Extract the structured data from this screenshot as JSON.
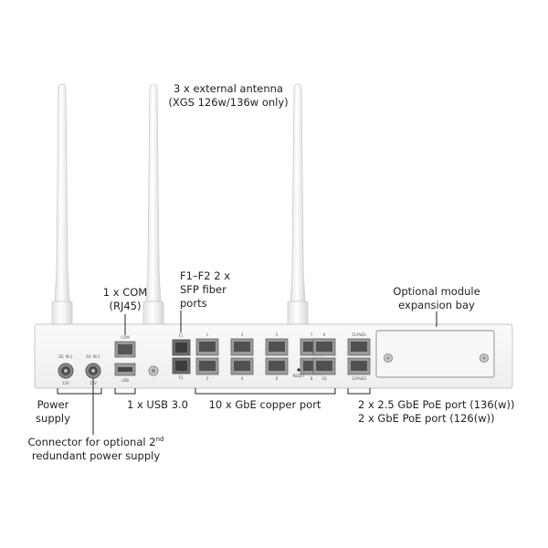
{
  "device": {
    "port_labels": {
      "dc_in_1": "DC IN 1",
      "dc_in_2": "DC IN 2",
      "volt_1": "12V",
      "volt_2": "12V",
      "com": "COM",
      "usb": "USB",
      "f1": "F1",
      "f2": "F2",
      "reset": "RESET",
      "ge_top": [
        "1",
        "3",
        "5",
        "7"
      ],
      "ge_bottom": [
        "2",
        "4",
        "6",
        "8"
      ],
      "ge9": "9",
      "ge10": "10",
      "poe1": "11/PoE1",
      "poe2": "12/PoE2"
    }
  },
  "callouts": {
    "antenna": [
      "3 x external antenna",
      "(XGS 126w/136w only)"
    ],
    "com": [
      "1 x COM",
      "(RJ45)"
    ],
    "sfp": [
      "F1–F2 2 x",
      "SFP fiber",
      "ports"
    ],
    "module": [
      "Optional module",
      "expansion bay"
    ],
    "power": [
      "Power",
      "supply"
    ],
    "usb": "1 x USB 3.0",
    "copper": "10 x GbE copper port",
    "poe": [
      "2 x 2.5 GbE PoE port (136(w))",
      "2 x GbE PoE port (126(w))"
    ],
    "redundant_line1": "Connector for optional 2",
    "redundant_sup": "nd",
    "redundant_line2": "redundant power supply"
  }
}
